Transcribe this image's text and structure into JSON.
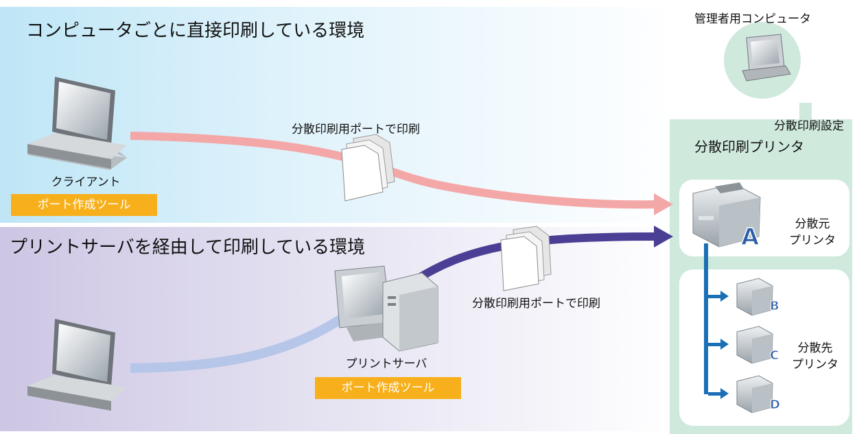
{
  "top_section": {
    "title": "コンピュータごとに直接印刷している環境",
    "client_label": "クライアント",
    "tool_tag": "ポート作成ツール",
    "arrow_label": "分散印刷用ポートで印刷"
  },
  "bottom_section": {
    "title": "プリントサーバを経由して印刷している環境",
    "server_label": "プリントサーバ",
    "tool_tag": "ポート作成ツール",
    "arrow_label": "分散印刷用ポートで印刷"
  },
  "admin": {
    "label": "管理者用コンピュータ",
    "setting_label": "分散印刷設定"
  },
  "printer_panel": {
    "title": "分散印刷プリンタ",
    "source_label_line1": "分散元",
    "source_label_line2": "プリンタ",
    "source_letter": "A",
    "dest_label_line1": "分散先",
    "dest_label_line2": "プリンタ",
    "dest_letters": [
      "B",
      "C",
      "D"
    ]
  },
  "colors": {
    "pink_path": "#f4a7a7",
    "navy_path": "#4a3f94",
    "light_blue_path": "#b5c6e8",
    "tag_orange": "#f7b01c",
    "panel_green": "#cfe9dd",
    "tree_blue": "#1a6fb5"
  },
  "icons": [
    "laptop-icon",
    "document-icon",
    "server-computer-icon",
    "printer-icon",
    "desktop-computer-icon"
  ]
}
